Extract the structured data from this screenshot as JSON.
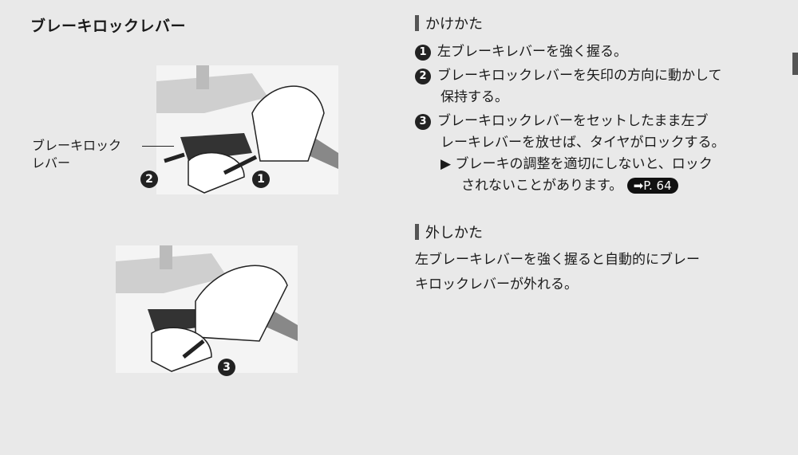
{
  "title": "ブレーキロックレバー",
  "illustration1": {
    "callout_line1": "ブレーキロック",
    "callout_line2": "レバー",
    "markers": [
      "1",
      "2"
    ]
  },
  "illustration2": {
    "markers": [
      "3"
    ]
  },
  "apply": {
    "heading": "かけかた",
    "steps": [
      {
        "num": "1",
        "line1": "左ブレーキレバーを強く握る。"
      },
      {
        "num": "2",
        "line1": "ブレーキロックレバーを矢印の方向に動かして",
        "line2": "保持する。"
      },
      {
        "num": "3",
        "line1": "ブレーキロックレバーをセットしたまま左ブ",
        "line2": "レーキレバーを放せば、タイヤがロックする。"
      }
    ],
    "note_marker": "▶",
    "note_line1": "ブレーキの調整を適切にしないと、ロック",
    "note_line2": "されないことがあります。",
    "ref_arrow": "➡",
    "ref_label": "P. 64"
  },
  "release": {
    "heading": "外しかた",
    "line1": "左ブレーキレバーを強く握ると自動的にブレー",
    "line2": "キロックレバーが外れる。"
  }
}
